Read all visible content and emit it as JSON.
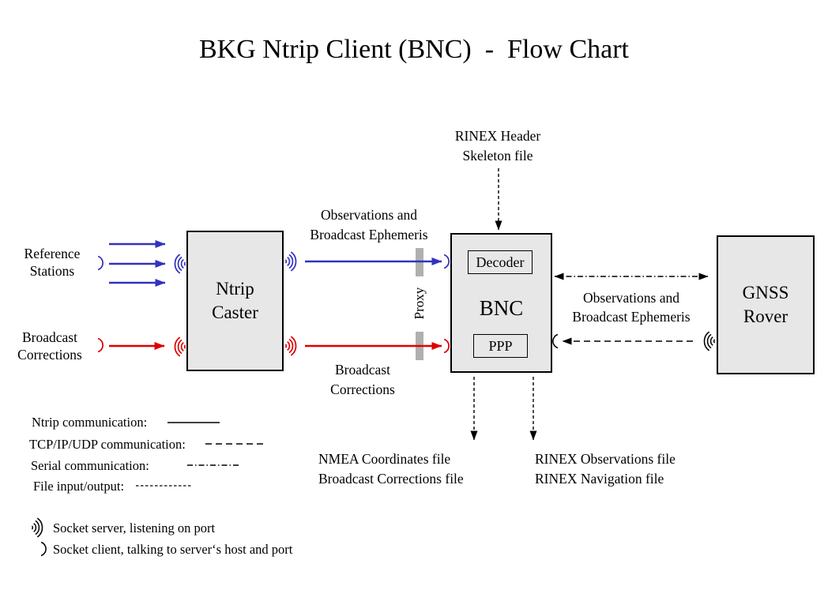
{
  "title": "BKG Ntrip Client (BNC)  -  Flow Chart",
  "colors": {
    "arrow_blue": "#3232c0",
    "arrow_red": "#e00000",
    "box_fill": "#e7e7e7",
    "box_border": "#000000",
    "proxy_bar": "#b0b0b0",
    "text": "#000000"
  },
  "nodes": {
    "ntrip_caster": {
      "line1": "Ntrip",
      "line2": "Caster"
    },
    "bnc": {
      "label": "BNC",
      "decoder": "Decoder",
      "ppp": "PPP"
    },
    "gnss_rover": {
      "line1": "GNSS",
      "line2": "Rover"
    }
  },
  "inputs": {
    "reference_stations": {
      "line1": "Reference",
      "line2": "Stations"
    },
    "broadcast_corrections": {
      "line1": "Broadcast",
      "line2": "Corrections"
    }
  },
  "flows": {
    "obs_ephemeris_mid": {
      "line1": "Observations and",
      "line2": "Broadcast Ephemeris"
    },
    "broadcast_corrections_mid": {
      "line1": "Broadcast",
      "line2": "Corrections"
    },
    "obs_ephemeris_right": {
      "line1": "Observations and",
      "line2": "Broadcast Ephemeris"
    },
    "proxy": "Proxy",
    "rinex_header": {
      "line1": "RINEX Header",
      "line2": "Skeleton file"
    }
  },
  "outputs": {
    "left": {
      "line1": "NMEA Coordinates file",
      "line2": "Broadcast Corrections file"
    },
    "right": {
      "line1": "RINEX Observations file",
      "line2": "RINEX Navigation file"
    }
  },
  "legend": {
    "items": [
      {
        "label": "Ntrip communication:",
        "style": "solid"
      },
      {
        "label": "TCP/IP/UDP communication:",
        "style": "dashed"
      },
      {
        "label": "Serial communication:",
        "style": "dashdot"
      },
      {
        "label": "File input/output:",
        "style": "finedash"
      }
    ],
    "socket_server": "Socket server, listening on port",
    "socket_client": "Socket client, talking to server‘s host and port"
  }
}
